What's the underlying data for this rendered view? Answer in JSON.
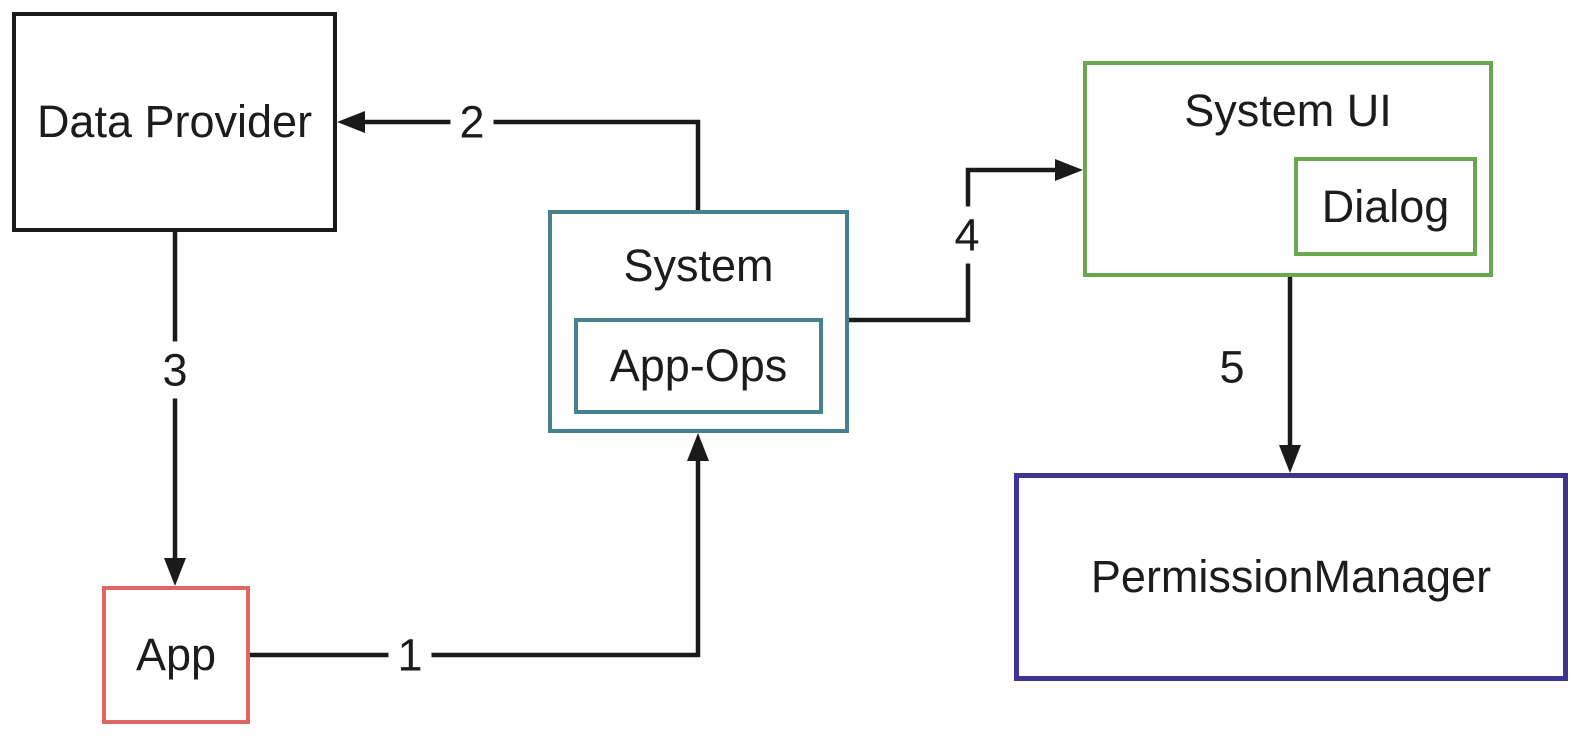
{
  "diagram": {
    "background": "#ffffff",
    "text_color": "#1c1c1c",
    "line_color": "#1a1a1a",
    "nodes": {
      "data_provider": {
        "label": "Data Provider",
        "border_color": "#1a1a1a"
      },
      "app": {
        "label": "App",
        "border_color": "#e06666"
      },
      "system": {
        "label": "System",
        "border_color": "#45818e"
      },
      "app_ops": {
        "label": "App-Ops",
        "border_color": "#45818e"
      },
      "system_ui": {
        "label": "System UI",
        "border_color": "#6aa84f"
      },
      "dialog": {
        "label": "Dialog",
        "border_color": "#6aa84f"
      },
      "permission_manager": {
        "label": "PermissionManager",
        "border_color": "#3e3492"
      }
    },
    "edges": [
      {
        "label": "1",
        "from": "App",
        "to": "System"
      },
      {
        "label": "2",
        "from": "System",
        "to": "Data Provider"
      },
      {
        "label": "3",
        "from": "Data Provider",
        "to": "App"
      },
      {
        "label": "4",
        "from": "System",
        "to": "System UI"
      },
      {
        "label": "5",
        "from": "System UI",
        "to": "PermissionManager"
      }
    ]
  }
}
